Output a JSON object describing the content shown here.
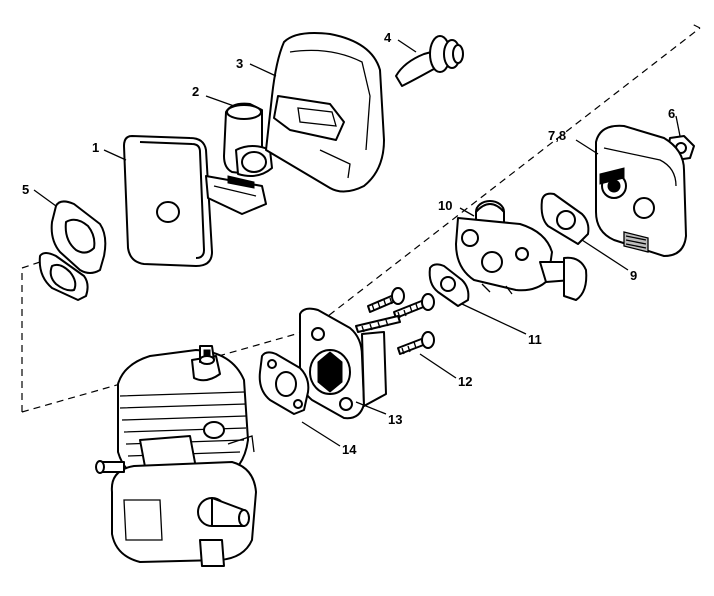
{
  "callouts": {
    "p1": "1",
    "p2": "2",
    "p3": "3",
    "p4": "4",
    "p5": "5",
    "p6": "6",
    "p78": "7,8",
    "p9": "9",
    "p10": "10",
    "p11": "11",
    "p12": "12",
    "p13": "13",
    "p14": "14"
  },
  "line_color": "#000000",
  "background_color": "#ffffff"
}
